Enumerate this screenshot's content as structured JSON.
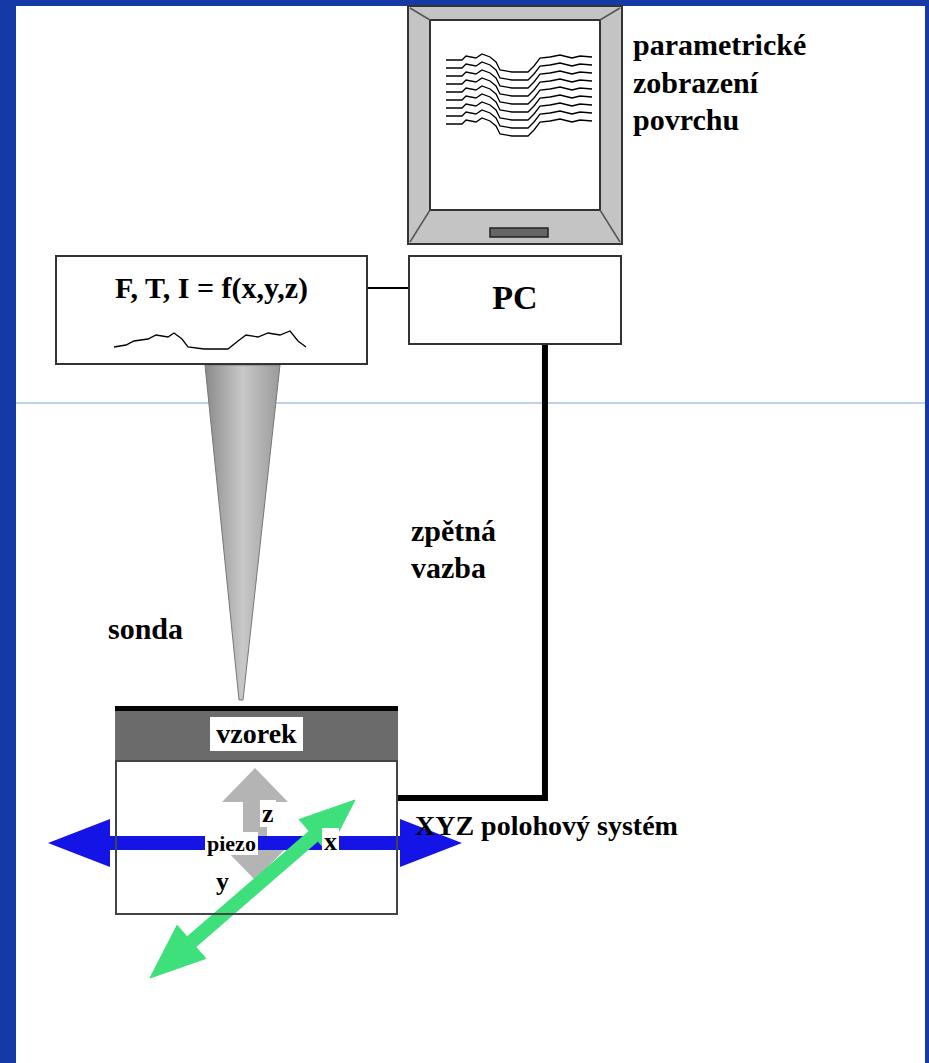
{
  "diagram": {
    "nodes": [
      {
        "text": [
          "F, T, I = f(x,y,z)"
        ]
      },
      {
        "text": [
          "PC"
        ]
      },
      {
        "text": [
          "vzorek"
        ]
      },
      {
        "text": [
          "XYZ polohový systém"
        ]
      }
    ],
    "edges": [
      {
        "from": 0,
        "to": 1,
        "arrow": "none"
      },
      {
        "from": 1,
        "to": 3,
        "label": "zpětná vazba",
        "arrow": "none"
      }
    ],
    "labels": [
      "parametrické zobrazení povrchu",
      "sonda",
      "z",
      "piezo",
      "x",
      "y"
    ]
  }
}
